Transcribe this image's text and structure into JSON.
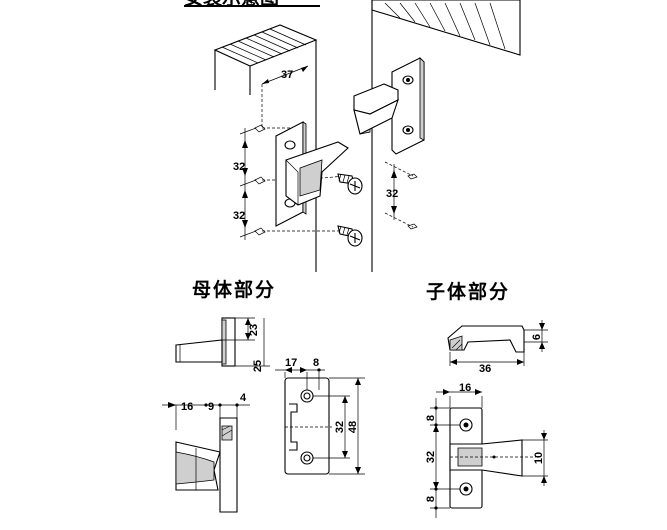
{
  "title": "安装示意图",
  "female_label": "母体部分",
  "male_label": "子体部分",
  "dims": {
    "d37": "37",
    "d32a": "32",
    "d32b": "32",
    "d32c": "32",
    "d23": "23",
    "d25": "25",
    "d17": "17",
    "d8a": "8",
    "d32d": "32",
    "d48": "48",
    "d16a": "16",
    "d9": "9",
    "d4": "4",
    "d6": "6",
    "d36": "36",
    "d16b": "16",
    "d8b": "8",
    "d32e": "32",
    "d10": "10",
    "d8c": "8"
  },
  "colors": {
    "ink": "#000000",
    "part_shade": "#cfcfcf",
    "dark_shade": "#9a9a9a"
  }
}
